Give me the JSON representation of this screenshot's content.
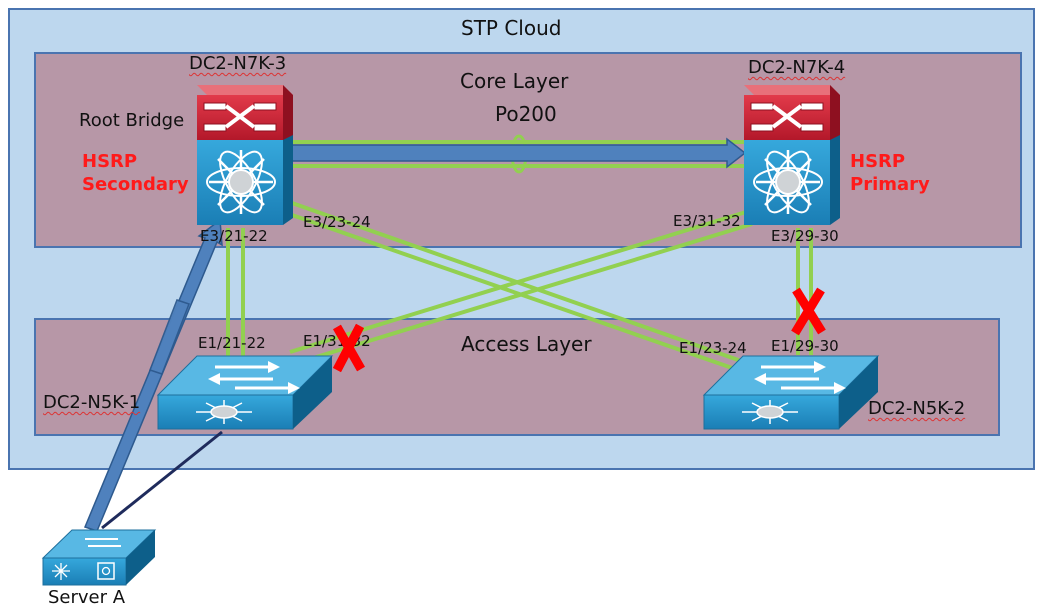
{
  "cloud": {
    "title": "STP Cloud"
  },
  "core": {
    "title": "Core Layer",
    "link_label": "Po200"
  },
  "access": {
    "title": "Access Layer"
  },
  "devices": {
    "n7k3": {
      "name": "DC2-N7K-3",
      "role": "Root Bridge",
      "hsrp_line1": "HSRP",
      "hsrp_line2": "Secondary",
      "port_down": "E3/21-22",
      "port_cross": "E3/23-24"
    },
    "n7k4": {
      "name": "DC2-N7K-4",
      "hsrp_line1": "HSRP",
      "hsrp_line2": "Primary",
      "port_cross": "E3/31-32",
      "port_down": "E3/29-30"
    },
    "n5k1": {
      "name": "DC2-N5K-1",
      "port_up": "E1/21-22",
      "port_cross": "E1/31-32"
    },
    "n5k2": {
      "name": "DC2-N5K-2",
      "port_cross": "E1/23-24",
      "port_up": "E1/29-30"
    },
    "server": {
      "name": "Server A"
    }
  },
  "colors": {
    "cloud_fill": "#bdd7ee",
    "layer_fill": "#b797a7",
    "border": "#4a74b0",
    "link_green": "#92d050",
    "arrow_blue": "#4f81bd",
    "blocked_red": "#ff0000",
    "hsrp_red": "#ff1a1a"
  }
}
